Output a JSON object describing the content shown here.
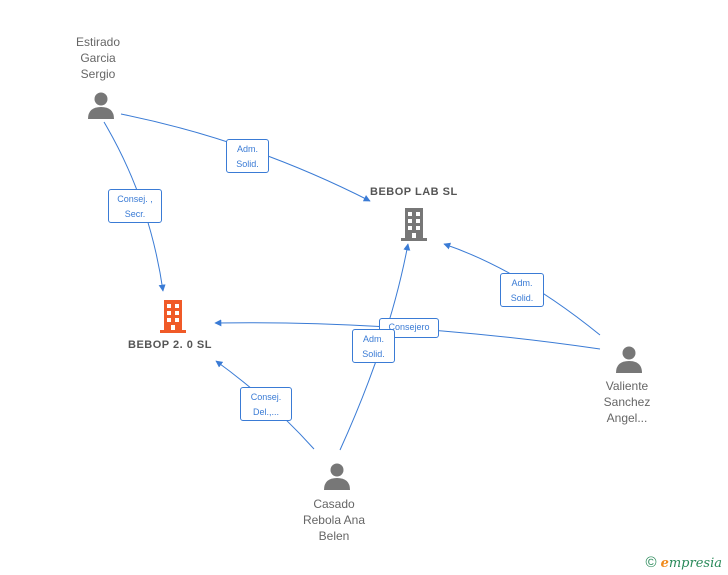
{
  "people": [
    {
      "id": "estirado",
      "label": "Estirado\nGarcia\nSergio"
    },
    {
      "id": "valiente",
      "label": "Valiente\nSanchez\nAngel..."
    },
    {
      "id": "casado",
      "label": "Casado\nRebola Ana\nBelen"
    }
  ],
  "companies": [
    {
      "id": "bebop_lab",
      "label": "BEBOP LAB  SL",
      "color": "#777777"
    },
    {
      "id": "bebop_20",
      "label": "BEBOP 2. 0 SL",
      "color": "#f05a28"
    }
  ],
  "relations": [
    {
      "id": "r1",
      "from": "estirado",
      "to": "bebop_lab",
      "label": "Adm.\nSolid."
    },
    {
      "id": "r2",
      "from": "estirado",
      "to": "bebop_20",
      "label": "Consej. ,\nSecr."
    },
    {
      "id": "r3",
      "from": "valiente",
      "to": "bebop_lab",
      "label": "Adm.\nSolid."
    },
    {
      "id": "r4",
      "from": "valiente",
      "to": "bebop_20",
      "label": "Consejero"
    },
    {
      "id": "r5",
      "from": "casado",
      "to": "bebop_lab",
      "label": "Adm.\nSolid."
    },
    {
      "id": "r6",
      "from": "casado",
      "to": "bebop_20",
      "label": "Consej.\nDel.,..."
    }
  ],
  "colors": {
    "edge": "#3a7bd5",
    "person_icon": "#777777"
  },
  "footer": {
    "copyright": "©",
    "brand_initial": "e",
    "brand_rest": "mpresia"
  }
}
